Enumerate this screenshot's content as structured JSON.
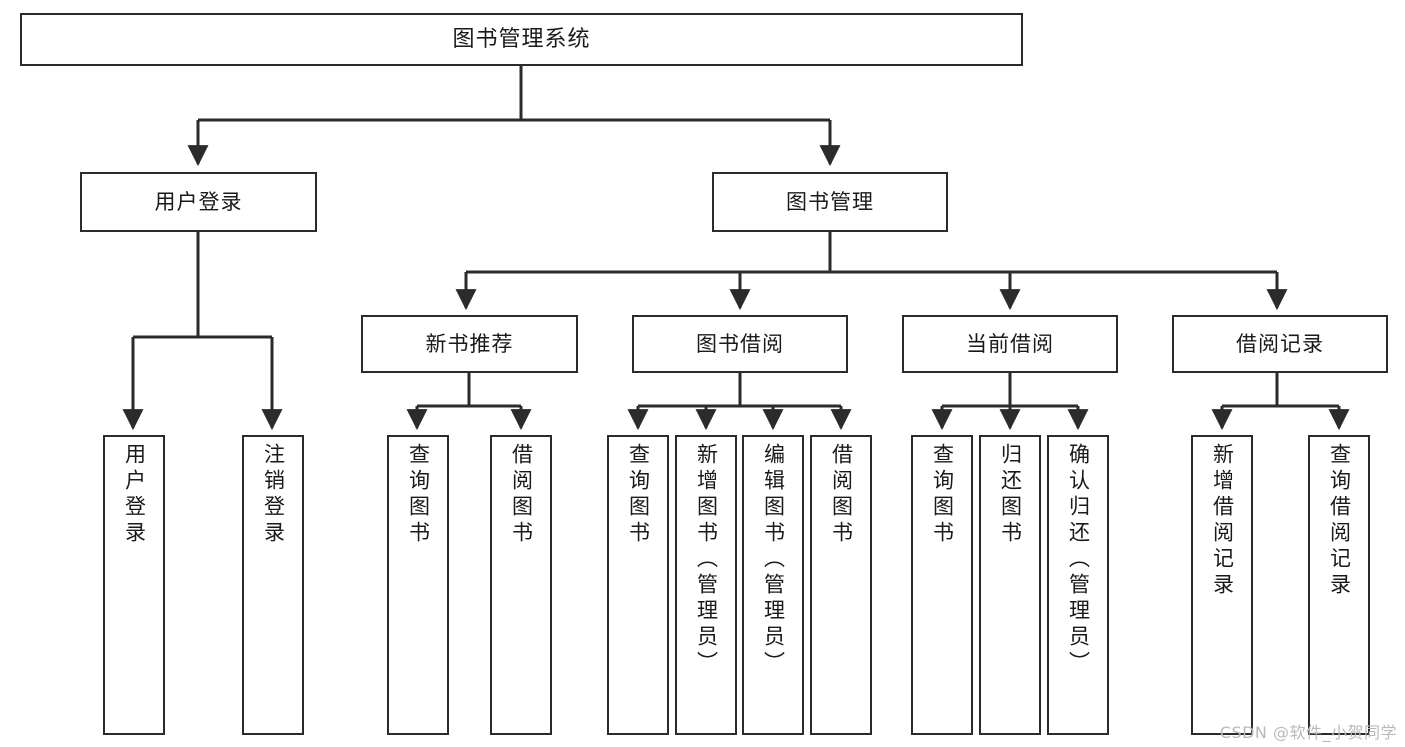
{
  "diagram": {
    "type": "tree-hierarchy",
    "title": "图书管理系统",
    "watermark": "CSDN @软件_小贺同学",
    "colors": {
      "box_border": "#2b2b2b",
      "box_fill": "#ffffff",
      "connector": "#2b2b2b",
      "text": "#1a1a1a",
      "watermark": "#b9b9b9",
      "background": "#ffffff"
    },
    "nodes": {
      "root": {
        "label": "图书管理系统"
      },
      "level2": [
        {
          "id": "user-login",
          "label": "用户登录"
        },
        {
          "id": "book-manage",
          "label": "图书管理"
        }
      ],
      "level3": [
        {
          "id": "new-book-rec",
          "label": "新书推荐"
        },
        {
          "id": "book-borrow",
          "label": "图书借阅"
        },
        {
          "id": "current-borrow",
          "label": "当前借阅"
        },
        {
          "id": "borrow-record",
          "label": "借阅记录"
        }
      ],
      "leaves": {
        "user-login": [
          {
            "id": "leaf-user-login",
            "label": "用户登录"
          },
          {
            "id": "leaf-user-logout",
            "label": "注销登录"
          }
        ],
        "new-book-rec": [
          {
            "id": "leaf-query-book-1",
            "label": "查询图书"
          },
          {
            "id": "leaf-borrow-book-1",
            "label": "借阅图书"
          }
        ],
        "book-borrow": [
          {
            "id": "leaf-query-book-2",
            "label": "查询图书"
          },
          {
            "id": "leaf-add-book",
            "label": "新增图书（管理员）"
          },
          {
            "id": "leaf-edit-book",
            "label": "编辑图书（管理员）"
          },
          {
            "id": "leaf-borrow-book-2",
            "label": "借阅图书"
          }
        ],
        "current-borrow": [
          {
            "id": "leaf-query-book-3",
            "label": "查询图书"
          },
          {
            "id": "leaf-return-book",
            "label": "归还图书"
          },
          {
            "id": "leaf-confirm-return",
            "label": "确认归还（管理员）"
          }
        ],
        "borrow-record": [
          {
            "id": "leaf-add-record",
            "label": "新增借阅记录"
          },
          {
            "id": "leaf-query-record",
            "label": "查询借阅记录"
          }
        ]
      }
    }
  }
}
